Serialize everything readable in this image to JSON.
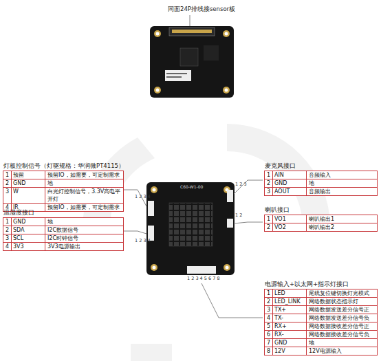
{
  "diagram": {
    "nodes": [
      {
        "text": [
          "灯板控制信号（灯驱规格：华润微PT4115）"
        ]
      },
      {
        "text": [
          "1",
          "预留",
          "预留IO，如需要，可定制需求"
        ],
        "in": 0
      },
      {
        "text": [
          "2",
          "GND",
          "地"
        ],
        "in": 0
      },
      {
        "text": [
          "3",
          "W",
          "白光灯控制信号，3.3V高电平开灯"
        ],
        "in": 0
      },
      {
        "text": [
          "4",
          "IR",
          "预留IO，如需要，可定制需求"
        ],
        "in": 0
      },
      {
        "text": [
          "温湿度接口"
        ]
      },
      {
        "text": [
          "1",
          "GND",
          "地"
        ],
        "in": 5
      },
      {
        "text": [
          "2",
          "SDA",
          "I2C数据信号"
        ],
        "in": 5
      },
      {
        "text": [
          "3",
          "SCL",
          "I2C时钟信号"
        ],
        "in": 5
      },
      {
        "text": [
          "4",
          "3V3",
          "3V3电源输出"
        ],
        "in": 5
      },
      {
        "text": [
          "麦克风接口"
        ]
      },
      {
        "text": [
          "1",
          "AIN",
          "音频输入"
        ],
        "in": 10
      },
      {
        "text": [
          "2",
          "GND",
          "地"
        ],
        "in": 10
      },
      {
        "text": [
          "3",
          "AOUT",
          "音频输出"
        ],
        "in": 10
      },
      {
        "text": [
          "喇叭接口"
        ]
      },
      {
        "text": [
          "1",
          "VO1",
          "喇叭输出1"
        ],
        "in": 14
      },
      {
        "text": [
          "2",
          "VO2",
          "喇叭输出2"
        ],
        "in": 14
      },
      {
        "text": [
          "电源输入+以太网+指示灯接口"
        ]
      },
      {
        "text": [
          "1",
          "LED",
          "尾线复位键切换灯光模式"
        ],
        "in": 17
      },
      {
        "text": [
          "2",
          "LED_LINK",
          "网络数据状态指示灯"
        ],
        "in": 17
      },
      {
        "text": [
          "3",
          "TX+",
          "网络数据发送差分信号正"
        ],
        "in": 17
      },
      {
        "text": [
          "4",
          "TX-",
          "网络数据发送差分信号负"
        ],
        "in": 17
      },
      {
        "text": [
          "5",
          "RX+",
          "网络数据接收差分信号正"
        ],
        "in": 17
      },
      {
        "text": [
          "6",
          "RX-",
          "网络数据接收差分信号负"
        ],
        "in": 17
      },
      {
        "text": [
          "7",
          "GND",
          "地"
        ],
        "in": 17
      },
      {
        "text": [
          "8",
          "12V",
          "12V电源输入"
        ],
        "in": 17
      }
    ],
    "labels": [
      "同面24P排线接sensor板",
      "1 2 3 4",
      "1 2 3 4",
      "1 2 3",
      "1 2",
      "1 2 3 4 5 6 7 8",
      "C60-W1-00"
    ]
  }
}
